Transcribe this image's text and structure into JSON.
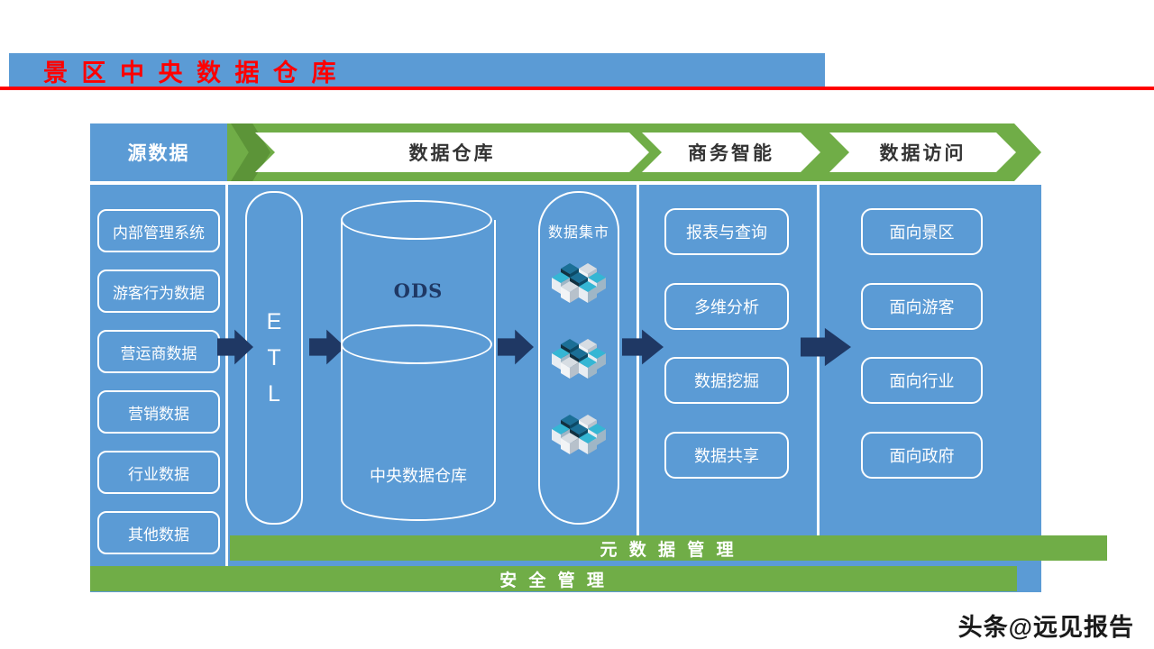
{
  "slide": {
    "title": "景 区 中 央 数 据 仓 库",
    "watermark": "头条@远见报告"
  },
  "pipeline": {
    "source_label": "源数据",
    "stages": [
      {
        "label": "数据仓库"
      },
      {
        "label": "商务智能"
      },
      {
        "label": "数据访问"
      }
    ]
  },
  "sources": {
    "items": [
      {
        "label": "内部管理系统"
      },
      {
        "label": "游客行为数据"
      },
      {
        "label": "营运商数据"
      },
      {
        "label": "营销数据"
      },
      {
        "label": "行业数据"
      },
      {
        "label": "其他数据"
      }
    ]
  },
  "warehouse": {
    "etl": "E\nT\nL",
    "ods": "ODS",
    "central": "中央数据仓库",
    "mart": "数据集市"
  },
  "bi": {
    "items": [
      {
        "label": "报表与查询"
      },
      {
        "label": "多维分析"
      },
      {
        "label": "数据挖掘"
      },
      {
        "label": "数据共享"
      }
    ]
  },
  "access": {
    "items": [
      {
        "label": "面向景区"
      },
      {
        "label": "面向游客"
      },
      {
        "label": "面向行业"
      },
      {
        "label": "面向政府"
      }
    ]
  },
  "footer": {
    "metadata_bar": "元 数 据 管 理",
    "security_bar": "安 全 管 理"
  },
  "colors": {
    "blue": "#5B9BD5",
    "green": "#70AD47",
    "green_dark": "#5C9438",
    "navy": "#1F3864",
    "red": "#FF0000"
  }
}
